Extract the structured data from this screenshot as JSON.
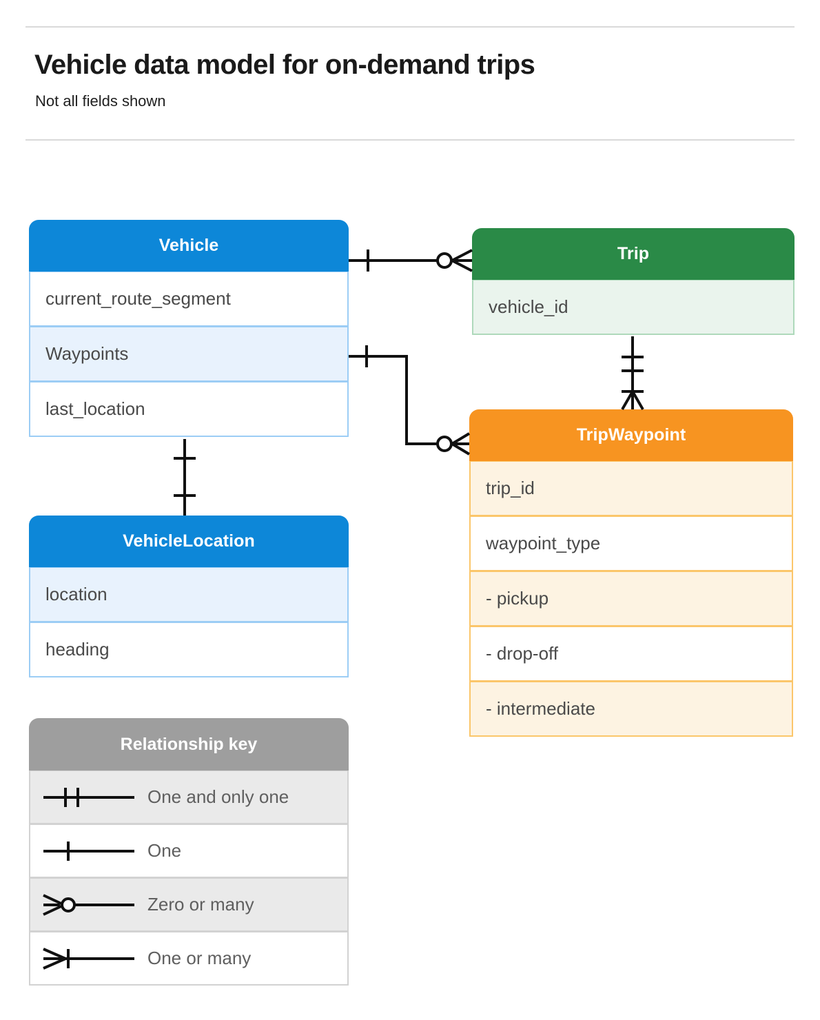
{
  "header": {
    "title": "Vehicle data model for on-demand trips",
    "subtitle": "Not all fields shown"
  },
  "colors": {
    "vehicle": "#0d87d8",
    "trip": "#2a8a47",
    "tripwaypoint": "#f79421",
    "legend": "#9e9e9e",
    "connector": "#111111",
    "rule": "#d9d9d9",
    "field_text": "#4a4a4a"
  },
  "entities": [
    {
      "id": "vehicle",
      "name": "Vehicle",
      "theme": "blue",
      "fields": [
        {
          "label": "current_route_segment",
          "highlighted": false
        },
        {
          "label": "Waypoints",
          "highlighted": true
        },
        {
          "label": "last_location",
          "highlighted": false
        }
      ]
    },
    {
      "id": "trip",
      "name": "Trip",
      "theme": "green",
      "fields": [
        {
          "label": "vehicle_id",
          "highlighted": true
        }
      ]
    },
    {
      "id": "tripwaypoint",
      "name": "TripWaypoint",
      "theme": "orange",
      "fields": [
        {
          "label": "trip_id",
          "highlighted": true
        },
        {
          "label": "waypoint_type",
          "highlighted": false
        },
        {
          "label": "-  pickup",
          "highlighted": true
        },
        {
          "label": "-  drop-off",
          "highlighted": false
        },
        {
          "label": "-  intermediate",
          "highlighted": true
        }
      ]
    },
    {
      "id": "vehiclelocation",
      "name": "VehicleLocation",
      "theme": "blue",
      "fields": [
        {
          "label": "location",
          "highlighted": true
        },
        {
          "label": "heading",
          "highlighted": false
        }
      ]
    }
  ],
  "legend": {
    "title": "Relationship key",
    "items": [
      {
        "symbol": "one-and-only-one",
        "label": "One and only one"
      },
      {
        "symbol": "one",
        "label": "One"
      },
      {
        "symbol": "zero-or-many",
        "label": "Zero or many"
      },
      {
        "symbol": "one-or-many",
        "label": "One or many"
      }
    ]
  },
  "relationships": [
    {
      "id": "vehicle-trip",
      "from": "Vehicle",
      "to": "Trip",
      "from_cardinality": "One",
      "to_cardinality": "Zero or many"
    },
    {
      "id": "vehicle-waypoints-tripwaypoint",
      "from": "Vehicle.Waypoints",
      "to": "TripWaypoint",
      "from_cardinality": "One",
      "to_cardinality": "Zero or many"
    },
    {
      "id": "trip-tripwaypoint",
      "from": "Trip",
      "to": "TripWaypoint",
      "from_cardinality": "One and only one",
      "to_cardinality": "One or many"
    },
    {
      "id": "vehicle-vehiclelocation",
      "from": "Vehicle",
      "to": "VehicleLocation",
      "from_cardinality": "One",
      "to_cardinality": "One"
    }
  ]
}
